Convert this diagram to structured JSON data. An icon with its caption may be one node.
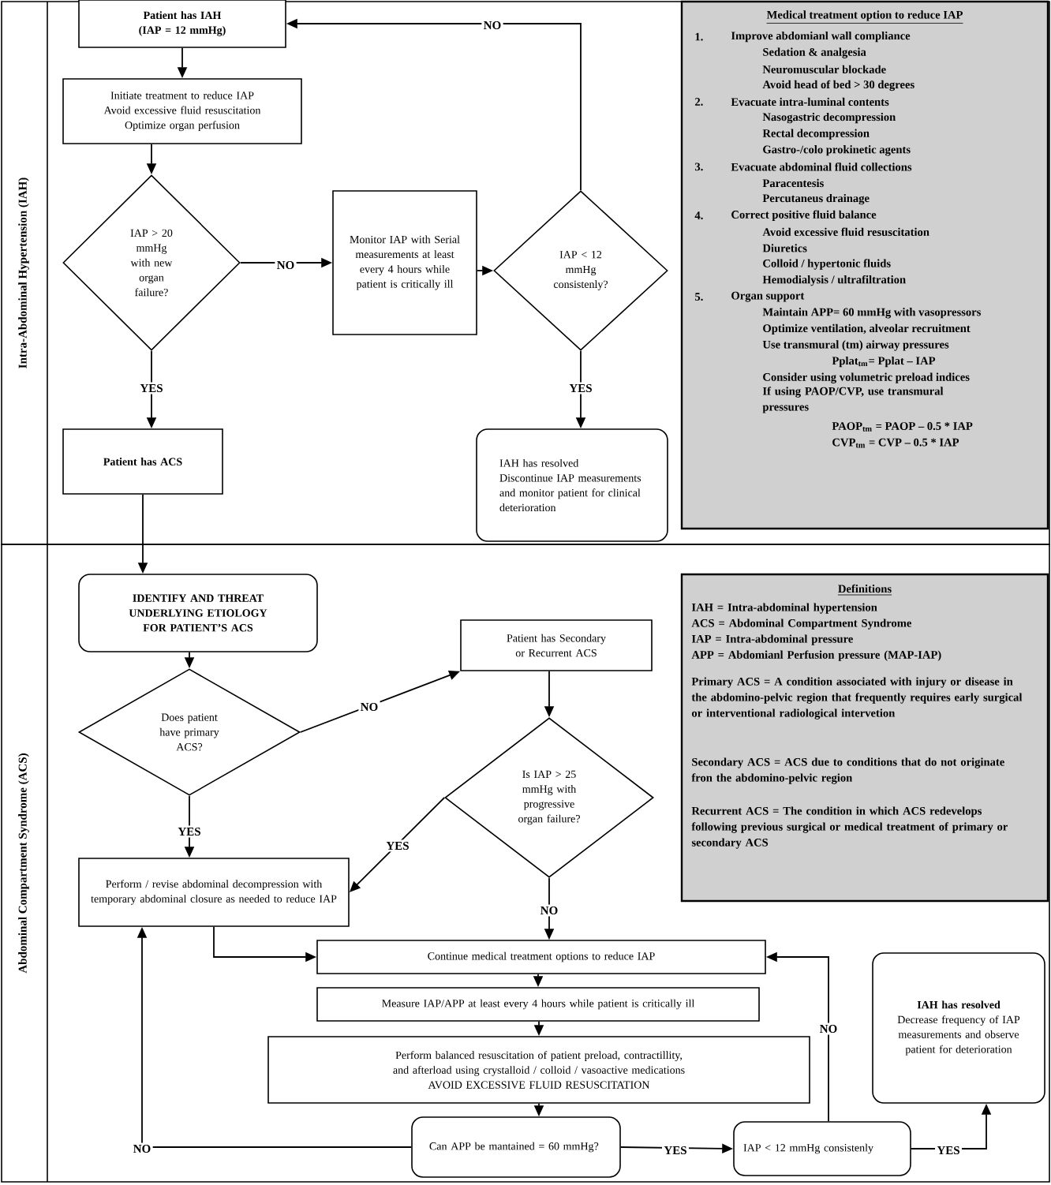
{
  "diagram": {
    "nodes": [
      {
        "text": [
          "Intra-Abdominal Hypertension (IAH)"
        ]
      },
      {
        "text": [
          "Patient has IAH (IAP = 12 mmHg)"
        ],
        "in": 0
      },
      {
        "text": [
          "Initiate treatment to reduce IAP",
          "Avoid excessive fluid resuscitation",
          "Optimize organ perfusion"
        ],
        "in": 0
      },
      {
        "text": [
          "IAP > 20 mmHg with new organ failure?"
        ],
        "in": 0
      },
      {
        "text": [
          "Monitor IAP with Serial measurements at least every 4 hours while patient is critically ill"
        ],
        "in": 0
      },
      {
        "text": [
          "IAP < 12 mmHg consistenly?"
        ],
        "in": 0
      },
      {
        "text": [
          "Patient has ACS"
        ],
        "in": 0
      },
      {
        "text": [
          "IAH has resolved",
          "Discontinue IAP measurements and monitor patient for clinical deterioration"
        ],
        "in": 0
      },
      {
        "text": [
          "Medical treatment option to reduce IAP",
          "1.",
          "Improve abdomianl wall compliance",
          "Sedation & analgesia",
          "Neuromuscular blockade",
          "Avoid head of bed > 30 degrees",
          "2.",
          "Evacuate intra-luminal contents",
          "Nasogastric decompression",
          "Rectal decompression",
          "Gastro-/colo prokinetic agents",
          "3.",
          "Evacuate abdominal fluid collections",
          "Paracentesis",
          "Percutaneus drainage",
          "4.",
          "Correct positive fluid balance",
          "Avoid excessive fluid resuscitation",
          "Diuretics",
          "Colloid / hypertonic fluids",
          "Hemodialysis / ultrafiltration",
          "5.",
          "Organ support",
          "Maintain APP= 60 mmHg with vasopressors",
          "Optimize ventilation, alveolar recruitment",
          "Use transmural (tm) airway pressures",
          "Pplat$_{tm}$= Pplat – IAP",
          "Consider using volumetric preload indices",
          "If using PAOP/CVP, use transmural pressures",
          "PAOP$_{tm}$ = PAOP – 0.5 * IAP",
          "CVP$_{tm}$ = CVP – 0.5 * IAP"
        ],
        "in": 0
      },
      {
        "text": [
          "Abdominal Compartment Syndrome (ACS)"
        ]
      },
      {
        "text": [
          "IDENTIFY AND THREAT UNDERLYING ETIOLOGY FOR PATIENT’S ACS"
        ],
        "in": 9
      },
      {
        "text": [
          "Does patient have primary ACS?"
        ],
        "in": 9
      },
      {
        "text": [
          "Patient has Secondary or Recurrent ACS"
        ],
        "in": 9
      },
      {
        "text": [
          "Is IAP > 25 mmHg with progressive organ failure?"
        ],
        "in": 9
      },
      {
        "text": [
          "Perform / revise abdominal decompression with temporary abdominal closure as needed to reduce IAP"
        ],
        "in": 9
      },
      {
        "text": [
          "Continue medical treatment options to reduce IAP"
        ],
        "in": 9
      },
      {
        "text": [
          "Measure IAP/APP at least every 4 hours while patient is critically ill"
        ],
        "in": 9
      },
      {
        "text": [
          "Perform balanced resuscitation of patient preload, contractillity, and afterload using crystalloid / colloid / vasoactive medications",
          "AVOID EXCESSIVE FLUID RESUSCITATION"
        ],
        "in": 9
      },
      {
        "text": [
          "Can APP be mantained = 60 mmHg?"
        ],
        "in": 9
      },
      {
        "text": [
          "IAP < 12 mmHg consistenly"
        ],
        "in": 9
      },
      {
        "text": [
          "IAH has resolved",
          "Decrease frequency of IAP measurements and observe patient for deterioration"
        ],
        "in": 9
      },
      {
        "text": [
          "Definitions",
          "IAH = Intra-abdominal hypertension",
          "ACS = Abdominal Compartment Syndrome",
          "IAP = Intra-abdominal pressure",
          "APP = Abdomianl Perfusion pressure (MAP-IAP)",
          "Primary ACS = A condition associated with injury or disease in the abdomino-pelvic region that frequently requires early surgical or interventional radiological intervetion",
          "Secondary ACS = ACS due to conditions that do not originate fron the abdomino-pelvic region",
          "Recurrent ACS = The condition in which ACS redevelops following previous surgical or medical treatment of primary or secondary ACS"
        ],
        "in": 9
      }
    ],
    "edges": [
      {
        "from": 1,
        "to": 2,
        "arrow": "to"
      },
      {
        "from": 2,
        "to": 3,
        "arrow": "to"
      },
      {
        "from": 3,
        "to": 4,
        "arrow": "to",
        "label": "NO"
      },
      {
        "from": 4,
        "to": 5,
        "arrow": "to"
      },
      {
        "from": 5,
        "to": 1,
        "arrow": "to",
        "label": "NO"
      },
      {
        "from": 3,
        "to": 6,
        "arrow": "to",
        "label": "YES"
      },
      {
        "from": 5,
        "to": 7,
        "arrow": "to",
        "label": "YES"
      },
      {
        "from": 6,
        "to": 10,
        "arrow": "to"
      },
      {
        "from": 10,
        "to": 11,
        "arrow": "to"
      },
      {
        "from": 11,
        "to": 12,
        "arrow": "to",
        "label": "NO"
      },
      {
        "from": 12,
        "to": 13,
        "arrow": "to"
      },
      {
        "from": 11,
        "to": 14,
        "arrow": "to",
        "label": "YES"
      },
      {
        "from": 13,
        "to": 14,
        "arrow": "to",
        "label": "YES"
      },
      {
        "from": 13,
        "to": 15,
        "arrow": "to",
        "label": "NO"
      },
      {
        "from": 14,
        "to": 15,
        "arrow": "to"
      },
      {
        "from": 15,
        "to": 16,
        "arrow": "to"
      },
      {
        "from": 16,
        "to": 17,
        "arrow": "to"
      },
      {
        "from": 17,
        "to": 18,
        "arrow": "to"
      },
      {
        "from": 18,
        "to": 14,
        "arrow": "to",
        "label": "NO"
      },
      {
        "from": 18,
        "to": 19,
        "arrow": "to",
        "label": "YES"
      },
      {
        "from": 19,
        "to": 20,
        "arrow": "to",
        "label": "YES"
      },
      {
        "from": 19,
        "to": 15,
        "arrow": "to",
        "label": "NO"
      }
    ]
  }
}
